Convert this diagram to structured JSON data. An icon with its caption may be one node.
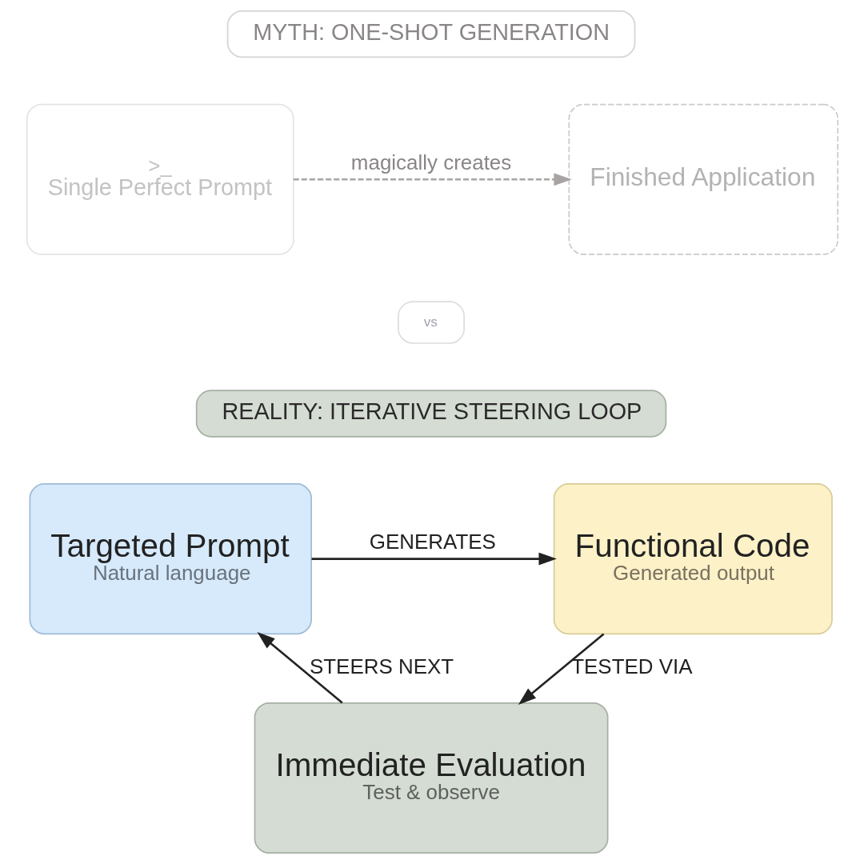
{
  "diagram": {
    "nodes": [
      {
        "text": [
          "MYTH: ONE-SHOT GENERATION"
        ]
      },
      {
        "text": [
          ">_",
          "Single Perfect Prompt"
        ]
      },
      {
        "text": [
          "Finished Application"
        ]
      },
      {
        "text": [
          "vs"
        ]
      },
      {
        "text": [
          "REALITY: ITERATIVE STEERING LOOP"
        ]
      },
      {
        "text": [
          "Targeted Prompt",
          "Natural language"
        ]
      },
      {
        "text": [
          "Functional Code",
          "Generated output"
        ]
      },
      {
        "text": [
          "Immediate Evaluation",
          "Test & observe"
        ]
      }
    ],
    "edges": [
      {
        "from": 1,
        "to": 2,
        "arrow": "to",
        "label": "magically creates",
        "style": "dashed",
        "color": "#a8a4a4"
      },
      {
        "from": 5,
        "to": 6,
        "arrow": "to",
        "label": "GENERATES"
      },
      {
        "from": 6,
        "to": 7,
        "arrow": "to",
        "label": "TESTED VIA"
      },
      {
        "from": 7,
        "to": 5,
        "arrow": "to",
        "label": "STEERS NEXT"
      }
    ]
  }
}
